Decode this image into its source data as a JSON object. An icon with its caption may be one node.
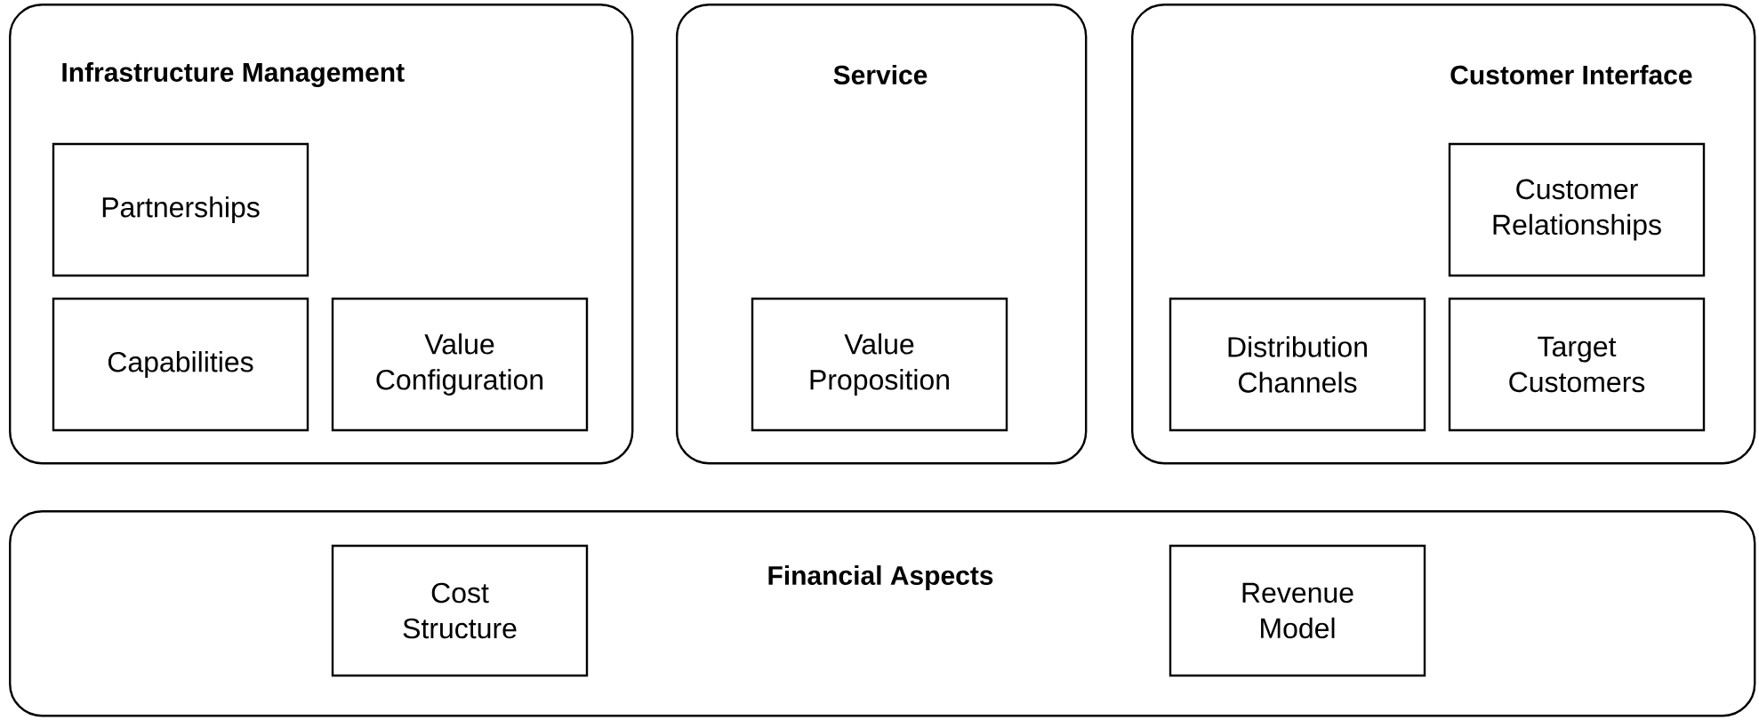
{
  "diagram": {
    "nodes": [
      {
        "text": [
          "Infrastructure Management"
        ]
      },
      {
        "text": [
          "Partnerships"
        ],
        "in": 0
      },
      {
        "text": [
          "Capabilities"
        ],
        "in": 0
      },
      {
        "text": [
          "Value Configuration"
        ],
        "in": 0
      },
      {
        "text": [
          "Service"
        ]
      },
      {
        "text": [
          "Value Proposition"
        ],
        "in": 4
      },
      {
        "text": [
          "Customer Interface"
        ]
      },
      {
        "text": [
          "Customer Relationships"
        ],
        "in": 6
      },
      {
        "text": [
          "Distribution Channels"
        ],
        "in": 6
      },
      {
        "text": [
          "Target Customers"
        ],
        "in": 6
      },
      {
        "text": [
          "Financial Aspects"
        ]
      },
      {
        "text": [
          "Cost Structure"
        ],
        "in": 10
      },
      {
        "text": [
          "Revenue Model"
        ],
        "in": 10
      }
    ]
  }
}
